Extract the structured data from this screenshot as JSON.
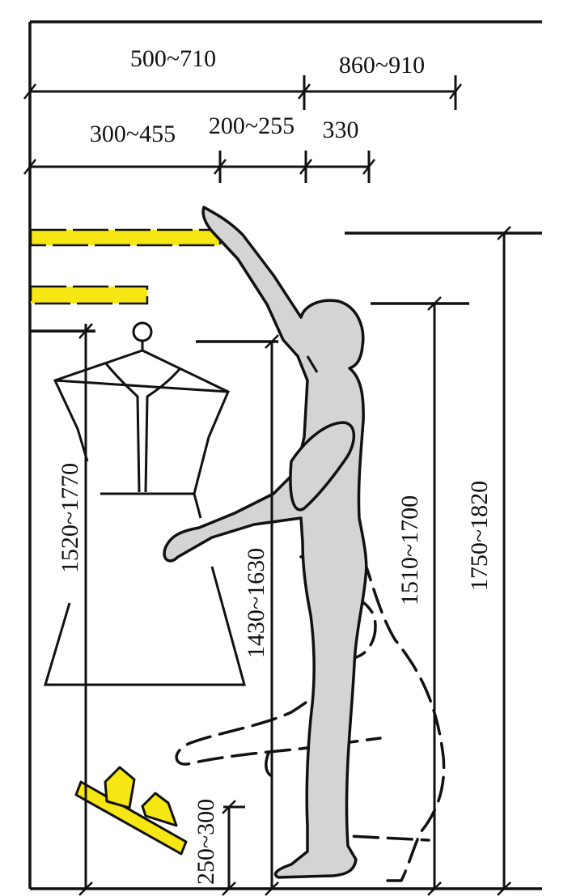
{
  "colors": {
    "shelf": "#f5e614",
    "figure": "#d4d4d4",
    "line": "#111111",
    "background": "#ffffff"
  },
  "dimensions": {
    "top_left": "500~710",
    "top_right": "860~910",
    "mid_left": "300~455",
    "mid_center": "200~255",
    "mid_right": "330",
    "hanging_height": "1520~1770",
    "rail_height": "1430~1630",
    "shoe_height": "250~300",
    "eye_height": "1510~1700",
    "reach_height": "1750~1820"
  }
}
